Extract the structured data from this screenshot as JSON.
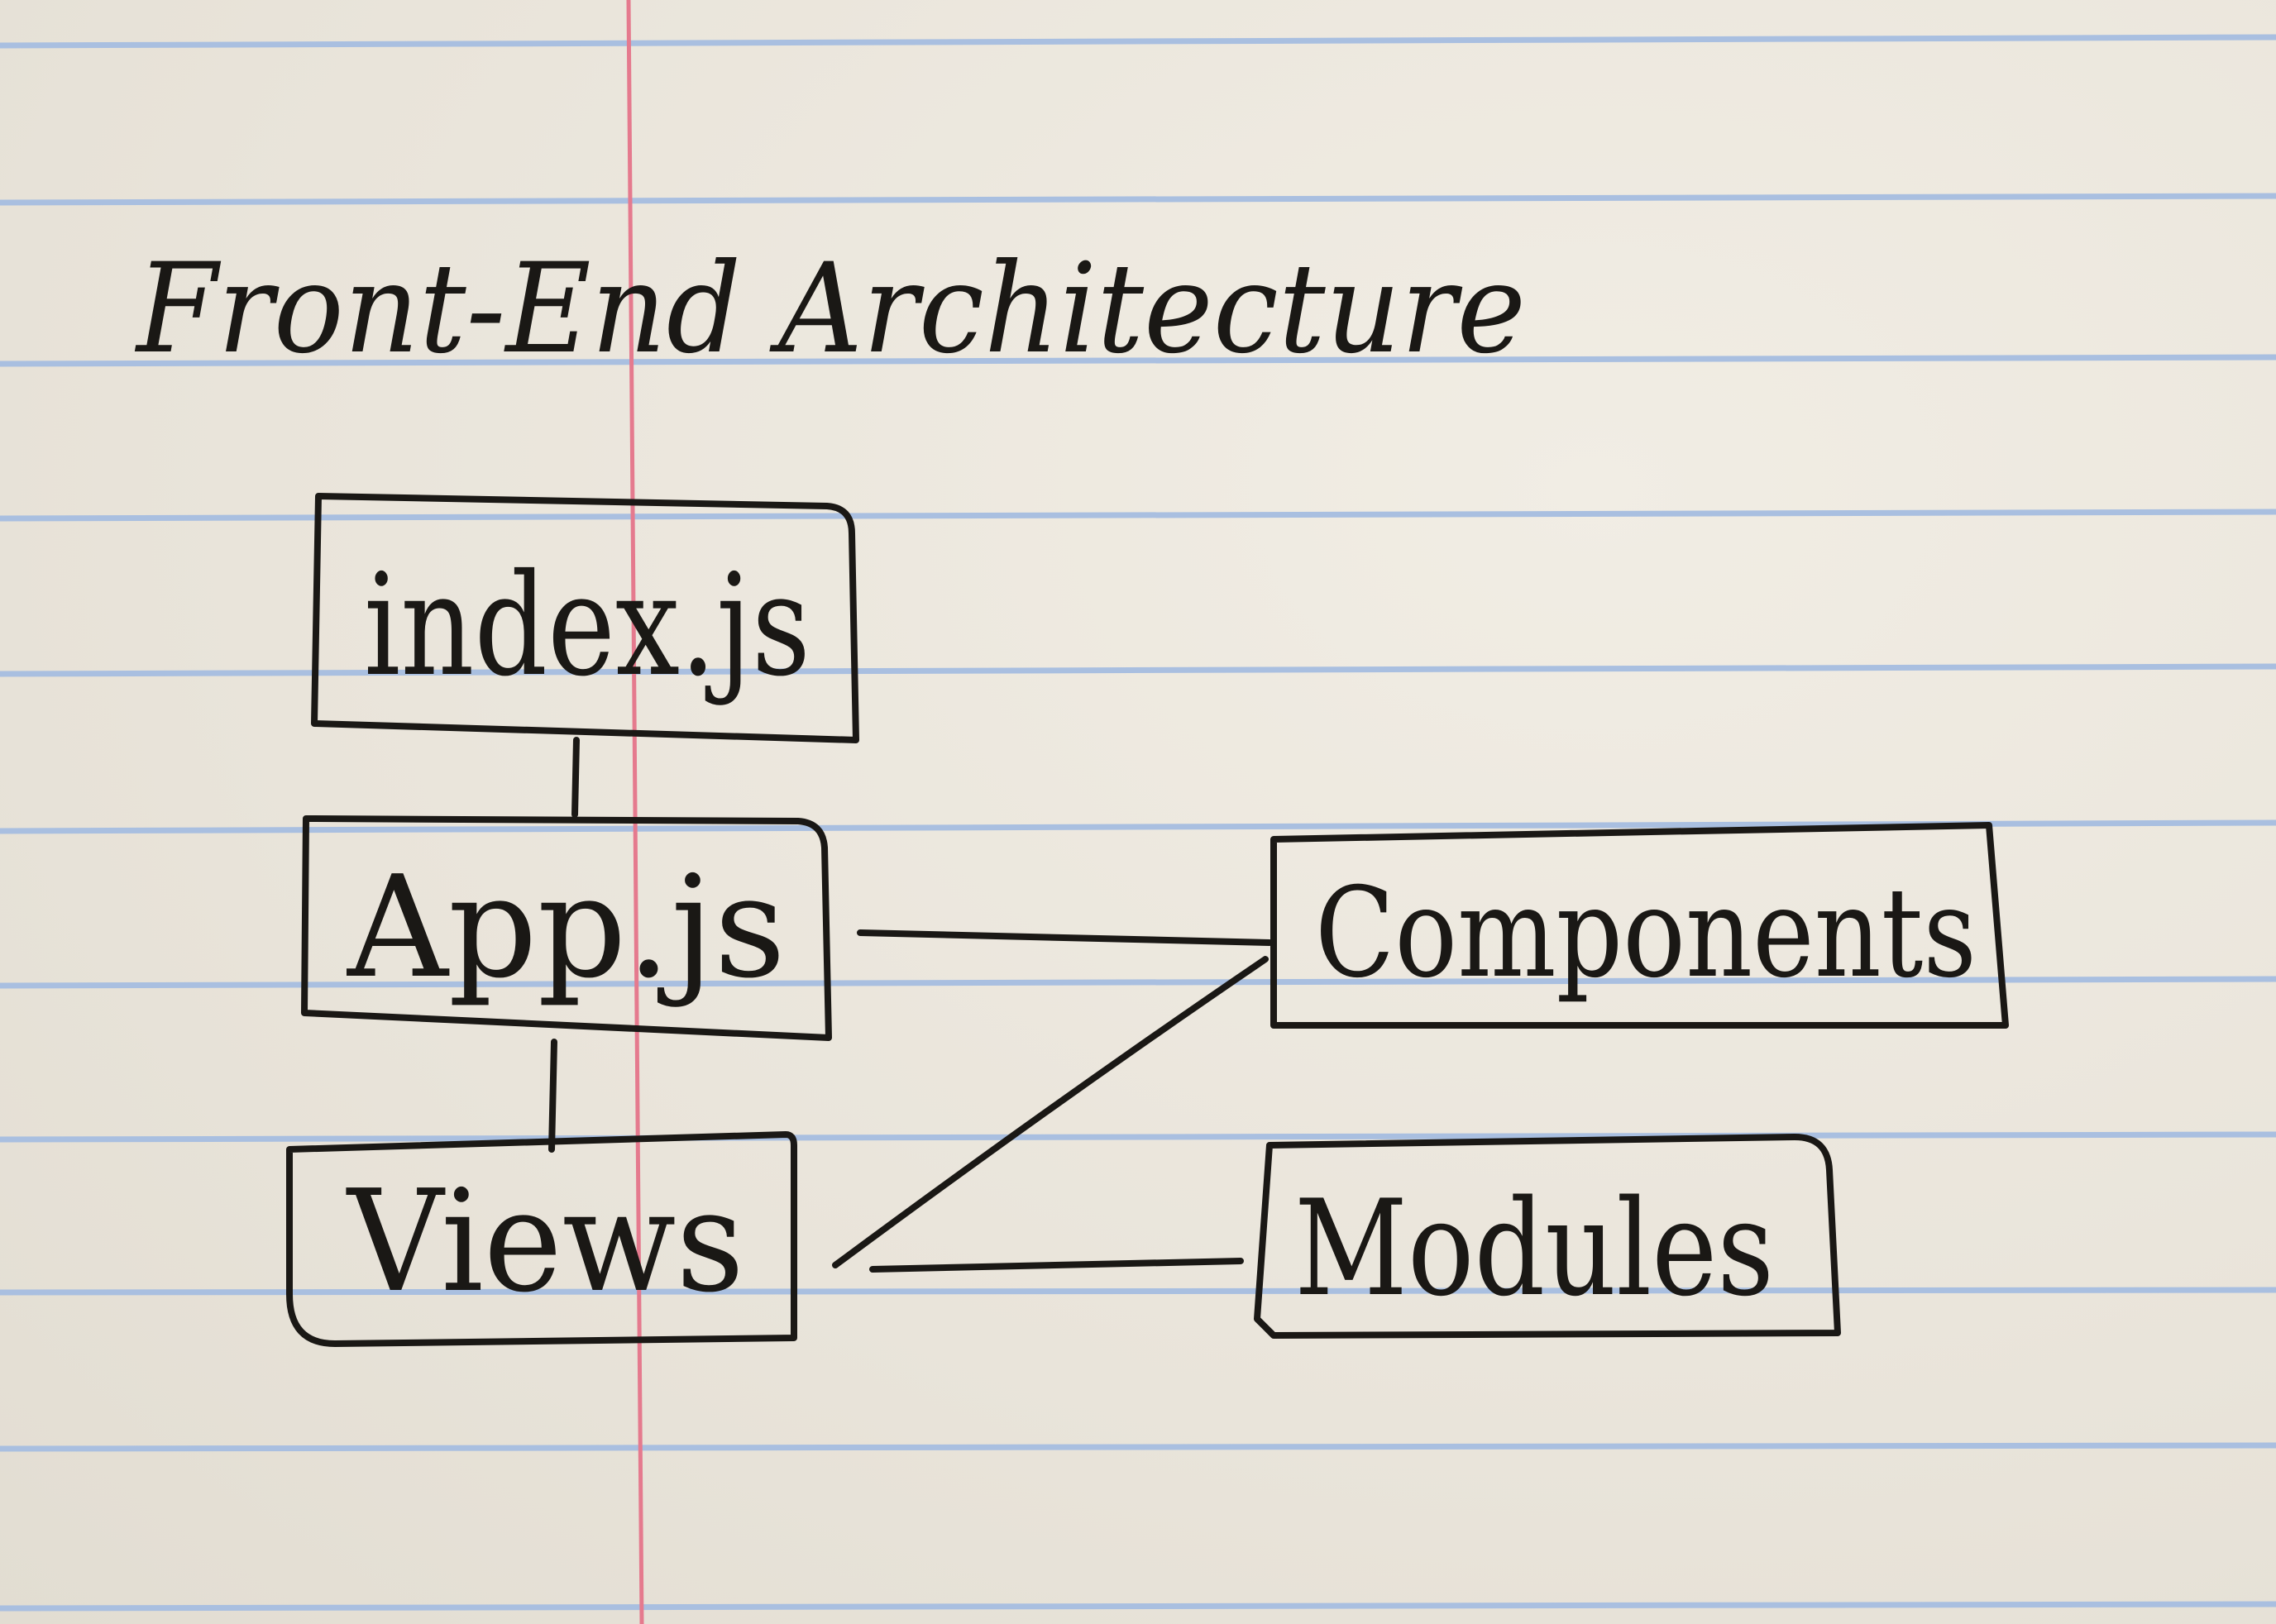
{
  "title": "Front-End Architecture",
  "nodes": {
    "index": "index.js",
    "app": "App.js",
    "views": "Views",
    "components": "Components",
    "modules": "Modules"
  },
  "colors": {
    "paper": "#ece7dd",
    "ruled_line": "#a9bfe0",
    "margin_line": "#e57a8e",
    "ink": "#1a1815"
  }
}
